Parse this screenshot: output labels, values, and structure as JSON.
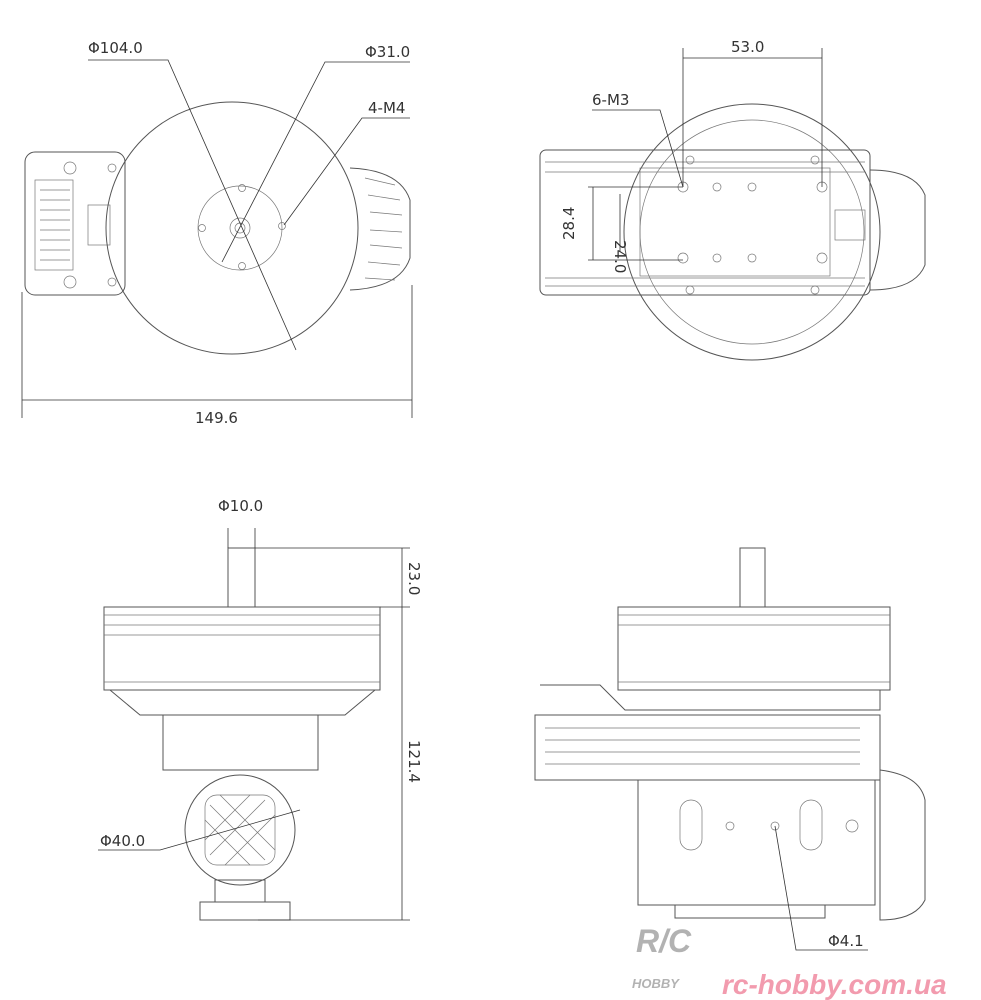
{
  "top_view": {
    "dia_outer": "Φ104.0",
    "dia_inner": "Φ31.0",
    "mount_holes": "4-M4",
    "width": "149.6"
  },
  "bottom_view": {
    "hole_spacing_h": "53.0",
    "mount_holes": "6-M3",
    "hole_spacing_v1": "24.0",
    "hole_spacing_v2": "28.4"
  },
  "front_view": {
    "shaft_dia": "Φ10.0",
    "shaft_len": "23.0",
    "height": "121.4",
    "connector_dia": "Φ40.0"
  },
  "side_view": {
    "hole_dia": "Φ4.1"
  },
  "watermark": {
    "logo_top": "R/C",
    "logo_bottom": "HOBBY",
    "site": "rc-hobby.com.ua"
  }
}
